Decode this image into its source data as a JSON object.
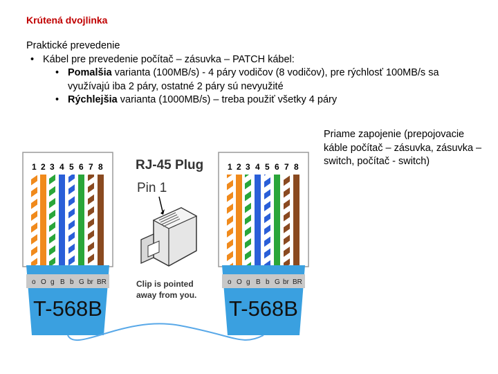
{
  "slide": {
    "title": "Krútená dvojlinka",
    "heading": "Praktické prevedenie",
    "bullet1": "Kábel pre prevedenie počítač – zásuvka – PATCH kábel:",
    "sub1_bold": "Pomalšia",
    "sub1_rest": " varianta (100MB/s) - 4 páry vodičov (8 vodičov), pre rýchlosť 100MB/s sa využívajú iba 2 páry, ostatné 2 páry sú nevyužité",
    "sub2_bold": "Rýchlejšia",
    "sub2_rest": " varianta (1000MB/s) – treba použiť všetky 4 páry",
    "caption": "Priame zapojenie (prepojovacie káble počítač – zásuvka, zásuvka – switch, počítač - switch)"
  },
  "diagram": {
    "pin_numbers": [
      "1",
      "2",
      "3",
      "4",
      "5",
      "6",
      "7",
      "8"
    ],
    "color_codes": [
      "o",
      "O",
      "g",
      "B",
      "b",
      "G",
      "br",
      "BR"
    ],
    "plug_title": "RJ-45 Plug",
    "pin1_label": "Pin 1",
    "clip_note_line1": "Clip is pointed",
    "clip_note_line2": "away from you.",
    "standard_left": "T-568B",
    "standard_right": "T-568B",
    "wire_colors": {
      "orange": "#f08a1c",
      "green": "#2aa63a",
      "blue": "#2a5fd8",
      "brown": "#8a4a20",
      "stripe": "#ffffff",
      "jacket": "#3aa0e0",
      "cable": "#58a8e8"
    }
  }
}
